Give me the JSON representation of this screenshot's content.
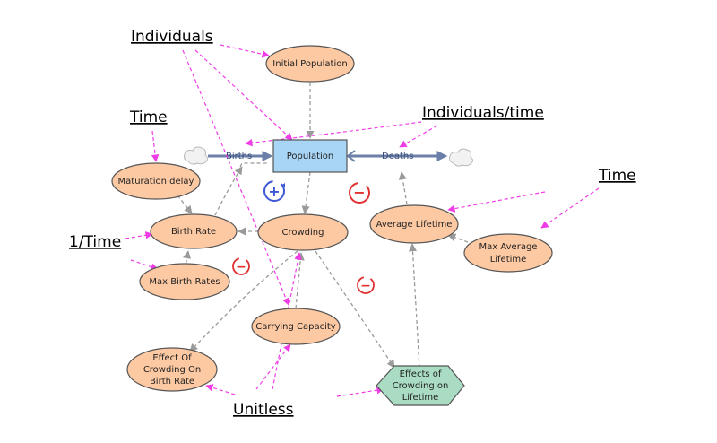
{
  "colors": {
    "variable_fill": "#fdc9a3",
    "stock_fill": "#a8d4f5",
    "converter_fill": "#a9dcc3",
    "unit_link": "#f03ce6",
    "causal_link": "#9a9a9a",
    "flow": "#6b7fa8",
    "positive_loop": "#3b57d6",
    "negative_loop": "#e03030"
  },
  "stock": {
    "label": "Population"
  },
  "flows": {
    "births": "Births",
    "deaths": "Deaths"
  },
  "variables": {
    "initial_population": "Initial Population",
    "maturation_delay": "Maturation delay",
    "birth_rate": "Birth Rate",
    "crowding": "Crowding",
    "max_birth_rates": "Max Birth Rates",
    "carrying_capacity": "Carrying Capacity",
    "effect_crowding_birth": [
      "Effect Of",
      "Crowding On",
      "Birth Rate"
    ],
    "average_lifetime": "Average Lifetime",
    "max_average_lifetime": [
      "Max Average",
      "Lifetime"
    ],
    "effects_crowding_lifetime": [
      "Effects of",
      "Crowding on",
      "Lifetime"
    ]
  },
  "units": {
    "individuals": "Individuals",
    "individuals_per_time": "Individuals/time",
    "time_left": "Time",
    "time_right": "Time",
    "one_over_time": "1/Time",
    "unitless": "Unitless"
  },
  "loops": {
    "positive": "+",
    "negative": "−"
  },
  "icons": {
    "source_cloud": "cloud-icon",
    "sink_cloud": "cloud-icon",
    "positive_loop": "plus-loop-icon",
    "negative_loop": "minus-loop-icon"
  }
}
